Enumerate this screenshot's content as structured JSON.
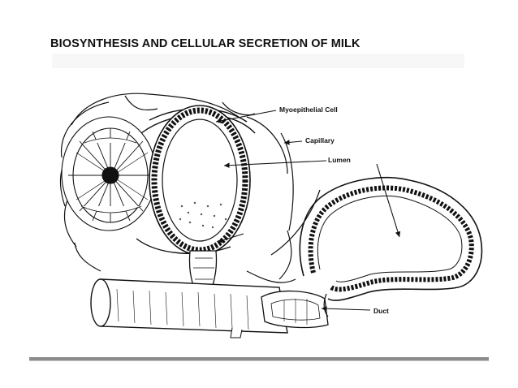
{
  "slide": {
    "title": "BIOSYNTHESIS AND CELLULAR SECRETION OF MILK"
  },
  "diagram": {
    "labels": {
      "myoepithelial": "Myoepithelial Cell",
      "capillary": "Capillary",
      "lumen": "Lumen",
      "duct": "Duct"
    },
    "colors": {
      "ink": "#111111",
      "background": "#ffffff",
      "rule": "#8c8c8c"
    }
  }
}
